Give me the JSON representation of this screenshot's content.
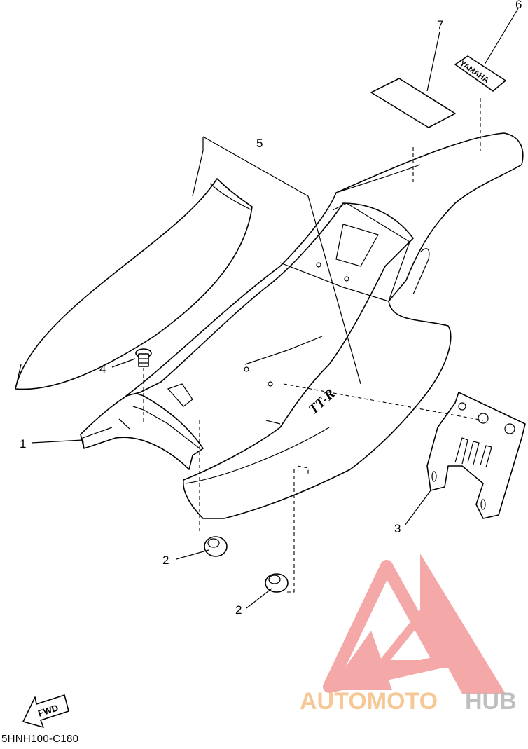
{
  "diagram": {
    "callouts": [
      {
        "id": "1",
        "label": "1"
      },
      {
        "id": "2a",
        "label": "2"
      },
      {
        "id": "2b",
        "label": "2"
      },
      {
        "id": "3",
        "label": "3"
      },
      {
        "id": "4",
        "label": "4"
      },
      {
        "id": "5",
        "label": "5"
      },
      {
        "id": "6",
        "label": "6"
      },
      {
        "id": "7",
        "label": "7"
      }
    ],
    "emblem_text": "TT-R",
    "decal_text": "YAMAHA",
    "fwd_label": "FWD",
    "diagram_code": "5HNH100-C180"
  },
  "watermark": {
    "text_left": "AUTOMOTO",
    "text_right": "HUB",
    "color_left": "#f7c28a",
    "color_right": "#b9b9b9",
    "logo_color": "#f39a98"
  }
}
